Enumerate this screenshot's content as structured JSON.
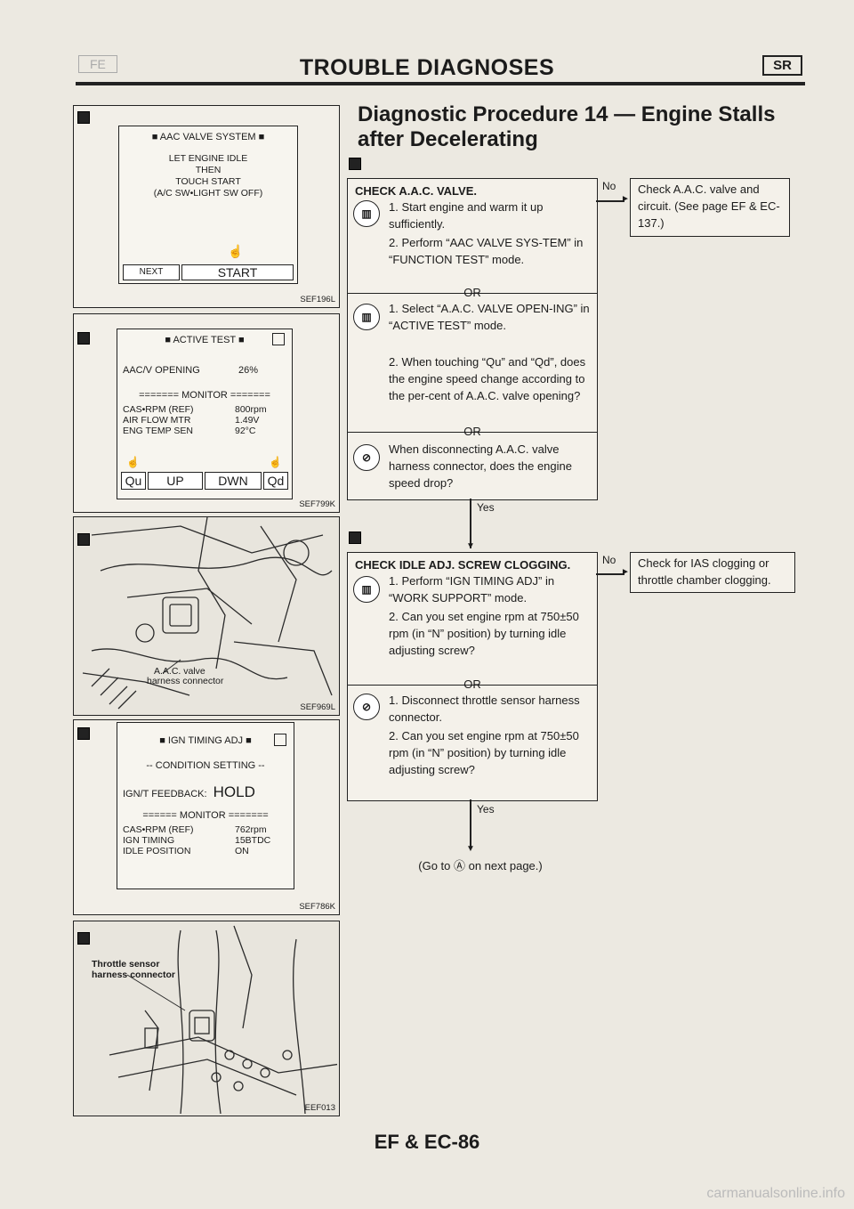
{
  "header": {
    "title": "TROUBLE DIAGNOSES",
    "section_tag": "SR"
  },
  "procedure": {
    "title": "Diagnostic Procedure 14 — Engine Stalls after Decelerating"
  },
  "left_panels": {
    "panel1": {
      "screen_title": "AAC VALVE SYSTEM",
      "lines": [
        "LET ENGINE IDLE",
        "THEN",
        "TOUCH START",
        "(A/C SW•LIGHT SW OFF)"
      ],
      "btn_next": "NEXT",
      "btn_start": "START",
      "ref": "SEF196L"
    },
    "panel2": {
      "screen_title": "ACTIVE TEST",
      "row1_label": "AAC/V OPENING",
      "row1_value": "26%",
      "monitor": "======= MONITOR =======",
      "rows": [
        {
          "label": "CAS•RPM (REF)",
          "value": "800rpm"
        },
        {
          "label": "AIR FLOW MTR",
          "value": "1.49V"
        },
        {
          "label": "ENG TEMP SEN",
          "value": "92°C"
        }
      ],
      "btn_qu": "Qu",
      "btn_up": "UP",
      "btn_dwn": "DWN",
      "btn_qd": "Qd",
      "ref": "SEF799K"
    },
    "panel3": {
      "label_line1": "A.A.C. valve",
      "label_line2": "harness connector",
      "ref": "SEF969L"
    },
    "panel4": {
      "screen_title": "IGN TIMING ADJ",
      "condition": "-- CONDITION SETTING --",
      "feedback_label": "IGN/T FEEDBACK:",
      "feedback_value": "HOLD",
      "monitor": "====== MONITOR =======",
      "rows": [
        {
          "label": "CAS•RPM (REF)",
          "value": "762rpm"
        },
        {
          "label": "IGN TIMING",
          "value": "15BTDC"
        },
        {
          "label": "IDLE POSITION",
          "value": "ON"
        }
      ],
      "ref": "SEF786K"
    },
    "panel5": {
      "label_line1": "Throttle sensor",
      "label_line2": "harness connector",
      "ref": "EEF013"
    }
  },
  "flow": {
    "box1": {
      "heading": "CHECK A.A.C. VALVE.",
      "step1": "1. Start engine and warm it up sufficiently.",
      "step2": "2. Perform “AAC VALVE SYS-TEM” in “FUNCTION TEST” mode.",
      "or1": "OR",
      "step3": "1. Select “A.A.C. VALVE OPEN-ING” in “ACTIVE TEST” mode.",
      "step4": "2. When touching “Qu” and “Qd”, does the engine speed change according to the per-cent of A.A.C. valve opening?",
      "or2": "OR",
      "step5": "When disconnecting A.A.C. valve harness connector, does the engine speed drop?"
    },
    "box1_no": "No",
    "box1_result": "Check A.A.C. valve and circuit. (See page EF & EC-137.)",
    "box1_yes": "Yes",
    "box2": {
      "heading": "CHECK IDLE ADJ. SCREW CLOGGING.",
      "step1": "1. Perform “IGN TIMING ADJ” in “WORK SUPPORT” mode.",
      "step2": "2. Can you set engine rpm at 750±50 rpm (in “N” position) by turning idle adjusting screw?",
      "or1": "OR",
      "step3": "1. Disconnect throttle sensor harness connector.",
      "step4": "2. Can you set engine rpm at 750±50 rpm (in “N” position) by turning idle adjusting screw?"
    },
    "box2_no": "No",
    "box2_result": "Check for IAS clogging or throttle chamber clogging.",
    "box2_yes": "Yes",
    "goto": "(Go to Ⓐ on next page.)"
  },
  "footer": {
    "page": "EF & EC-86"
  },
  "watermark": "carmanualsonline.info"
}
